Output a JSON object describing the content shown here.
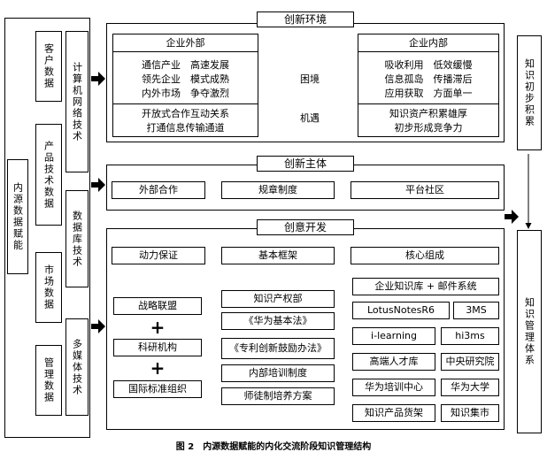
{
  "left_column": {
    "main_label": "内源数据赋能",
    "data_items": [
      "客户数据",
      "产品技术数据",
      "市场数据",
      "管理数据"
    ],
    "tech_items": [
      "计算机网络技术",
      "数据库技术",
      "多媒体技术"
    ]
  },
  "right_column": {
    "top_label": "知识初步积累",
    "bottom_label": "知识管理体系"
  },
  "innovation_env": {
    "title": "创新环境",
    "external": {
      "title": "企业外部",
      "lines": [
        "通信产业　高速发展",
        "领先企业　模式成熟",
        "内外市场　争夺激烈"
      ],
      "opportunity_lines": [
        "开放式合作互动关系",
        "打通信息传输通道"
      ]
    },
    "internal": {
      "title": "企业内部",
      "lines": [
        "吸收利用　低效缓慢",
        "信息孤岛　传播滞后",
        "应用获取　方面单一"
      ],
      "opportunity_lines": [
        "知识资产积累雄厚",
        "初步形成竞争力"
      ]
    },
    "dilemma_label": "困境",
    "opportunity_label": "机遇"
  },
  "innovation_subject": {
    "title": "创新主体",
    "items": [
      "外部合作",
      "规章制度",
      "平台社区"
    ]
  },
  "creative_dev": {
    "title": "创意开发",
    "top_items": [
      "动力保证",
      "基本框架",
      "核心组成"
    ],
    "left_items": [
      "战略联盟",
      "科研机构",
      "国际标准组织"
    ],
    "plus": "+",
    "middle_items": [
      "知识产权部",
      "《华为基本法》",
      "《专利创新鼓励办法》",
      "内部培训制度",
      "师徒制培养方案"
    ],
    "right_items": {
      "kb": "企业知识库 + 邮件系统",
      "lotus": "LotusNotesR6",
      "threems": "3MS",
      "ilearning": "i-learning",
      "hi3ms": "hi3ms",
      "talent": "高端人才库",
      "research": "中央研究院",
      "training": "华为培训中心",
      "university": "华为大学",
      "shelf": "知识产品货架",
      "market": "知识集市"
    }
  },
  "caption": "图 2　内源数据赋能的内化交流阶段知识管理结构"
}
